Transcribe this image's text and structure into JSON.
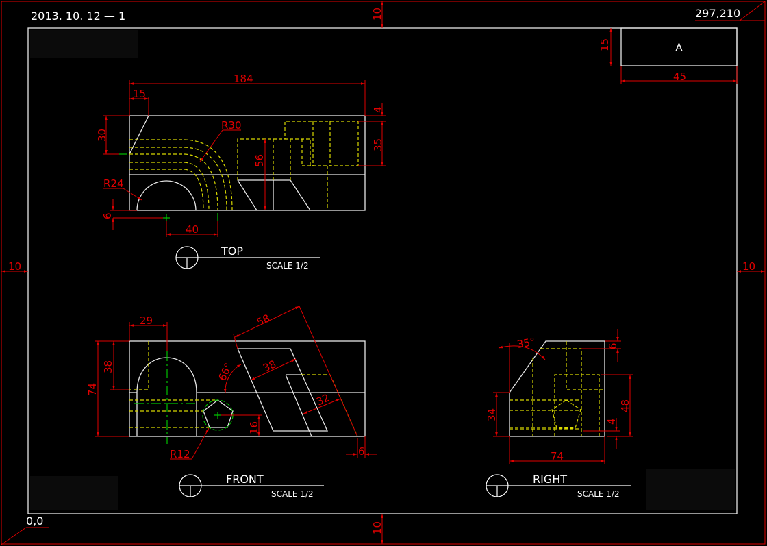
{
  "sheet": {
    "header_text": "2013. 10. 12 — 1",
    "paper_size": "297,210",
    "origin": "0,0",
    "margin_top": "10",
    "margin_bottom": "10",
    "margin_left": "10",
    "margin_right": "10"
  },
  "title_block": {
    "letter": "A",
    "height_dim": "15",
    "width_dim": "45"
  },
  "views": {
    "top": {
      "label": "TOP",
      "scale": "SCALE 1/2",
      "dims": {
        "length": "184",
        "chamfer": "15",
        "chamfer_h": "30",
        "r30": "R30",
        "r24": "R24",
        "offset": "6",
        "dist": "40",
        "h56": "56",
        "h4": "4",
        "h35": "35"
      }
    },
    "front": {
      "label": "FRONT",
      "scale": "SCALE 1/2",
      "dims": {
        "w29": "29",
        "h38": "38",
        "h74": "74",
        "d58": "58",
        "d38": "38",
        "d32": "32",
        "angle": "66°",
        "h16": "16",
        "w6": "6",
        "r12": "R12"
      }
    },
    "right": {
      "label": "RIGHT",
      "scale": "SCALE 1/2",
      "dims": {
        "angle": "35°",
        "h6": "6",
        "h48": "48",
        "h4": "4",
        "h34": "34",
        "w74": "74"
      }
    }
  },
  "colors": {
    "outline": "#e6e6e6",
    "dimension": "#e00000",
    "hidden": "#d8d800",
    "center": "#00c000"
  }
}
